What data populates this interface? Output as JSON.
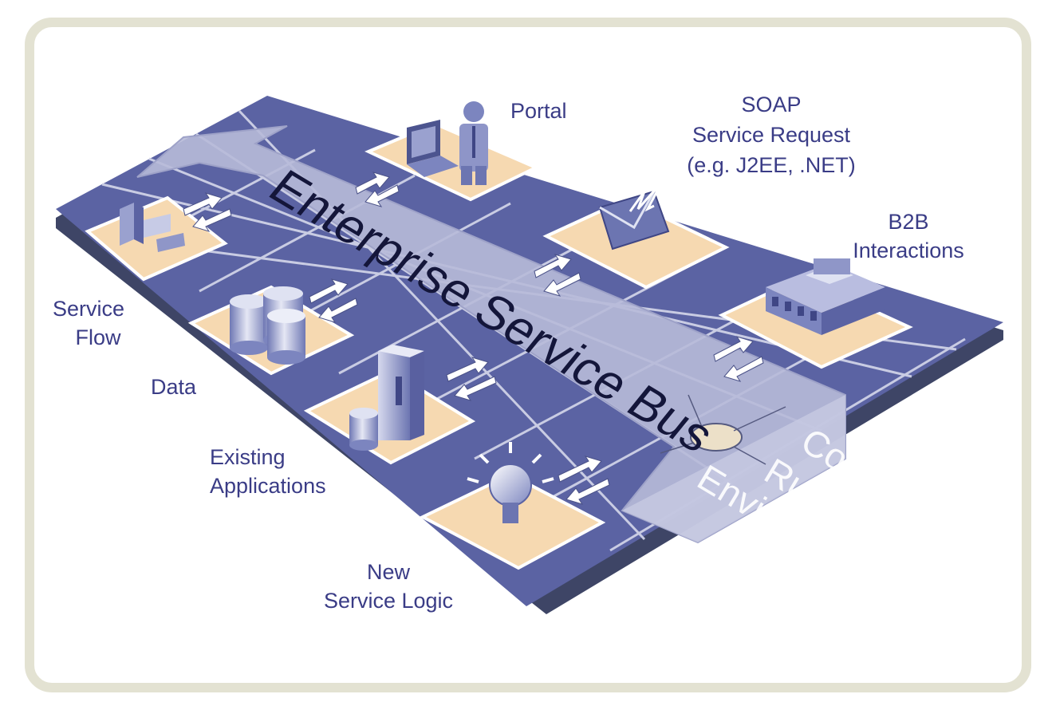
{
  "bus": {
    "title": "Enterprise Service Bus"
  },
  "components": {
    "portal": {
      "label": "Portal"
    },
    "soap": {
      "line1": "SOAP",
      "line2": "Service Request",
      "line3": "(e.g. J2EE, .NET)"
    },
    "b2b": {
      "line1": "B2B",
      "line2": "Interactions"
    },
    "service_flow": {
      "line1": "Service",
      "line2": "Flow"
    },
    "data": {
      "label": "Data"
    },
    "existing_apps": {
      "line1": "Existing",
      "line2": "Applications"
    },
    "new_logic": {
      "line1": "New",
      "line2": "Service Logic"
    }
  },
  "runtime": {
    "line1": "Common",
    "line2": "Runtime",
    "line3": "Environment"
  },
  "colors": {
    "tile": "#5b63a3",
    "tile_line": "#c9cce3",
    "pad": "#f6d9b1",
    "bus_arrow": "#b7bad8",
    "label": "#3a3c86",
    "frame": "#e3e2d2"
  }
}
